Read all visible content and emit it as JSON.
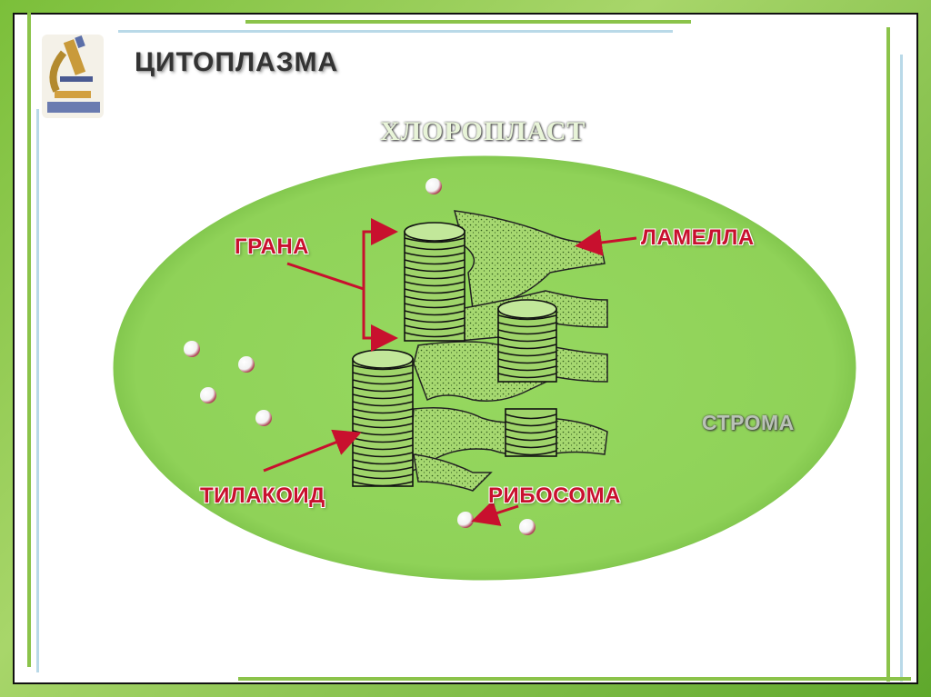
{
  "slide": {
    "title": "ЦИТОПЛАЗМА",
    "organelle_title": "ХЛОРОПЛАСТ"
  },
  "labels": {
    "grana": "ГРАНА",
    "lamella": "ЛАМЕЛЛА",
    "stroma": "СТРОМА",
    "thylakoid": "ТИЛАКОИД",
    "ribosome": "РИБОСОМА"
  },
  "colors": {
    "frame_green": "#7bbf3a",
    "ellipse_fill": "#8ed15a",
    "arrow_red": "#c8102e",
    "stroma_texture": "#9fd46a"
  },
  "icons": {
    "logo": "microscope-icon"
  }
}
